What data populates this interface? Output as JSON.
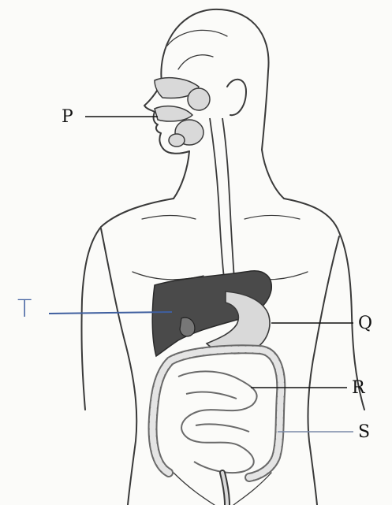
{
  "diagram": {
    "labels": {
      "p": "P",
      "q": "Q",
      "r": "R",
      "s": "S",
      "t": "T"
    },
    "colors": {
      "outline": "#3a3a3a",
      "organ_fill": "#d9d9d9",
      "liver_fill": "#4a4a4a",
      "handwriting": "#3f5f9f"
    }
  }
}
